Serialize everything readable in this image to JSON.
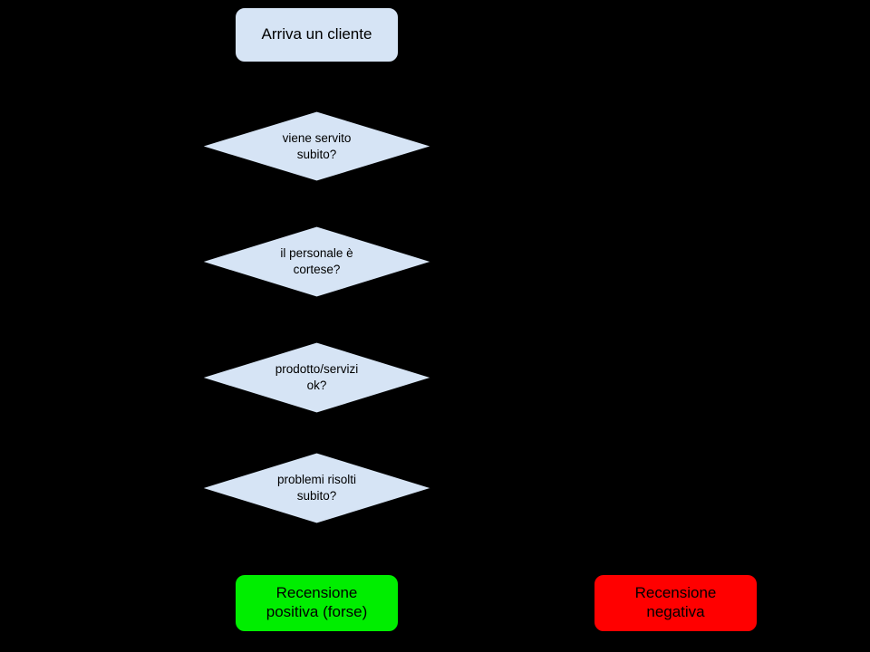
{
  "diagram": {
    "title": "Arriva un cliente",
    "background_color": "#000000",
    "node_fill_decision": "#d6e4f5",
    "node_fill_start": "#d6e4f5",
    "node_fill_positive": "#00ee00",
    "node_fill_negative": "#ff0000",
    "node_stroke": "#000000",
    "text_color": "#000000",
    "nodes": [
      {
        "id": "start",
        "shape": "rounded-box",
        "label": "Arriva un cliente",
        "fill": "#d6e4f5"
      },
      {
        "id": "d1",
        "shape": "diamond",
        "label": "viene servito\nsubito?",
        "fill": "#d6e4f5"
      },
      {
        "id": "d2",
        "shape": "diamond",
        "label": "il personale è\ncortese?",
        "fill": "#d6e4f5"
      },
      {
        "id": "d3",
        "shape": "diamond",
        "label": "prodotto/servizi\nok?",
        "fill": "#d6e4f5"
      },
      {
        "id": "d4",
        "shape": "diamond",
        "label": "problemi risolti\nsubito?",
        "fill": "#d6e4f5"
      },
      {
        "id": "positive",
        "shape": "rounded-box",
        "label": "Recensione\npositiva (forse)",
        "fill": "#00ee00"
      },
      {
        "id": "negative",
        "shape": "rounded-box",
        "label": "Recensione\nnegativa",
        "fill": "#ff0000"
      }
    ],
    "edges": [
      {
        "from": "start",
        "to": "d1",
        "label": ""
      },
      {
        "from": "d1",
        "to": "d2",
        "label": ""
      },
      {
        "from": "d2",
        "to": "d3",
        "label": ""
      },
      {
        "from": "d3",
        "to": "d4",
        "label": ""
      },
      {
        "from": "d4",
        "to": "positive",
        "label": ""
      },
      {
        "from": "d1",
        "to": "negative",
        "label": ""
      },
      {
        "from": "d2",
        "to": "negative",
        "label": ""
      },
      {
        "from": "d3",
        "to": "negative",
        "label": ""
      },
      {
        "from": "d4",
        "to": "negative",
        "label": ""
      }
    ]
  }
}
